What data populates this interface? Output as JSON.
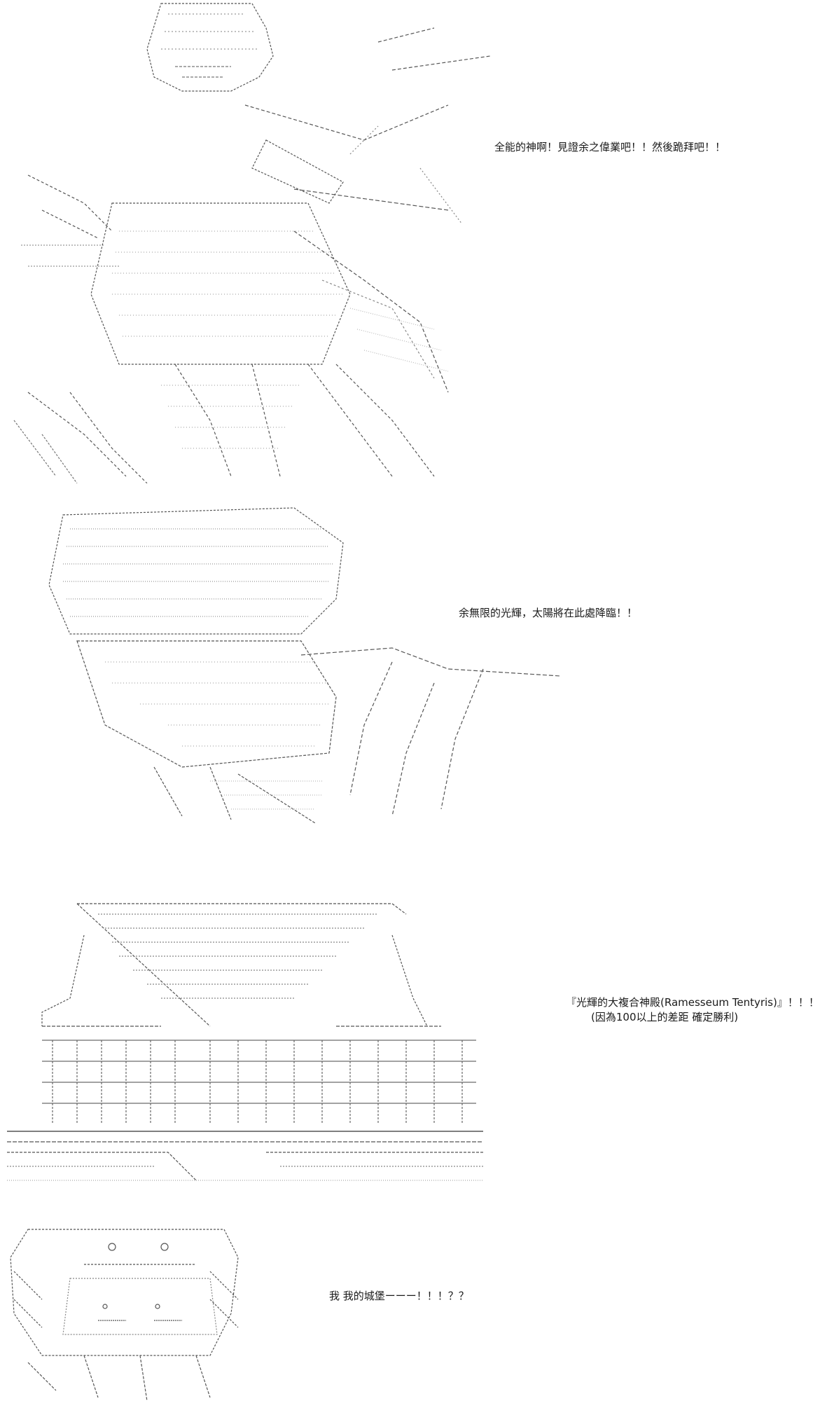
{
  "panels": [
    {
      "art": "ascii-art-figure-arm-raised",
      "caption_lines": [
        "全能的神啊！見證余之偉業吧！！然後跪拜吧！！"
      ]
    },
    {
      "art": "ascii-art-figure-sun-cape",
      "caption_lines": [
        "余無限的光輝，太陽將在此處降臨！！"
      ]
    },
    {
      "art": "ascii-art-temple",
      "caption_lines": [
        "『光輝的大複合神殿(Ramesseum Tentyris)』！！！",
        "(因為100以上的差距 確定勝利)"
      ]
    },
    {
      "art": "ascii-art-shocked-face",
      "caption_lines": [
        "我 我的城堡ーーー！！！？？"
      ]
    }
  ],
  "colors": {
    "ink": "#1a1a1a",
    "background": "#ffffff"
  }
}
